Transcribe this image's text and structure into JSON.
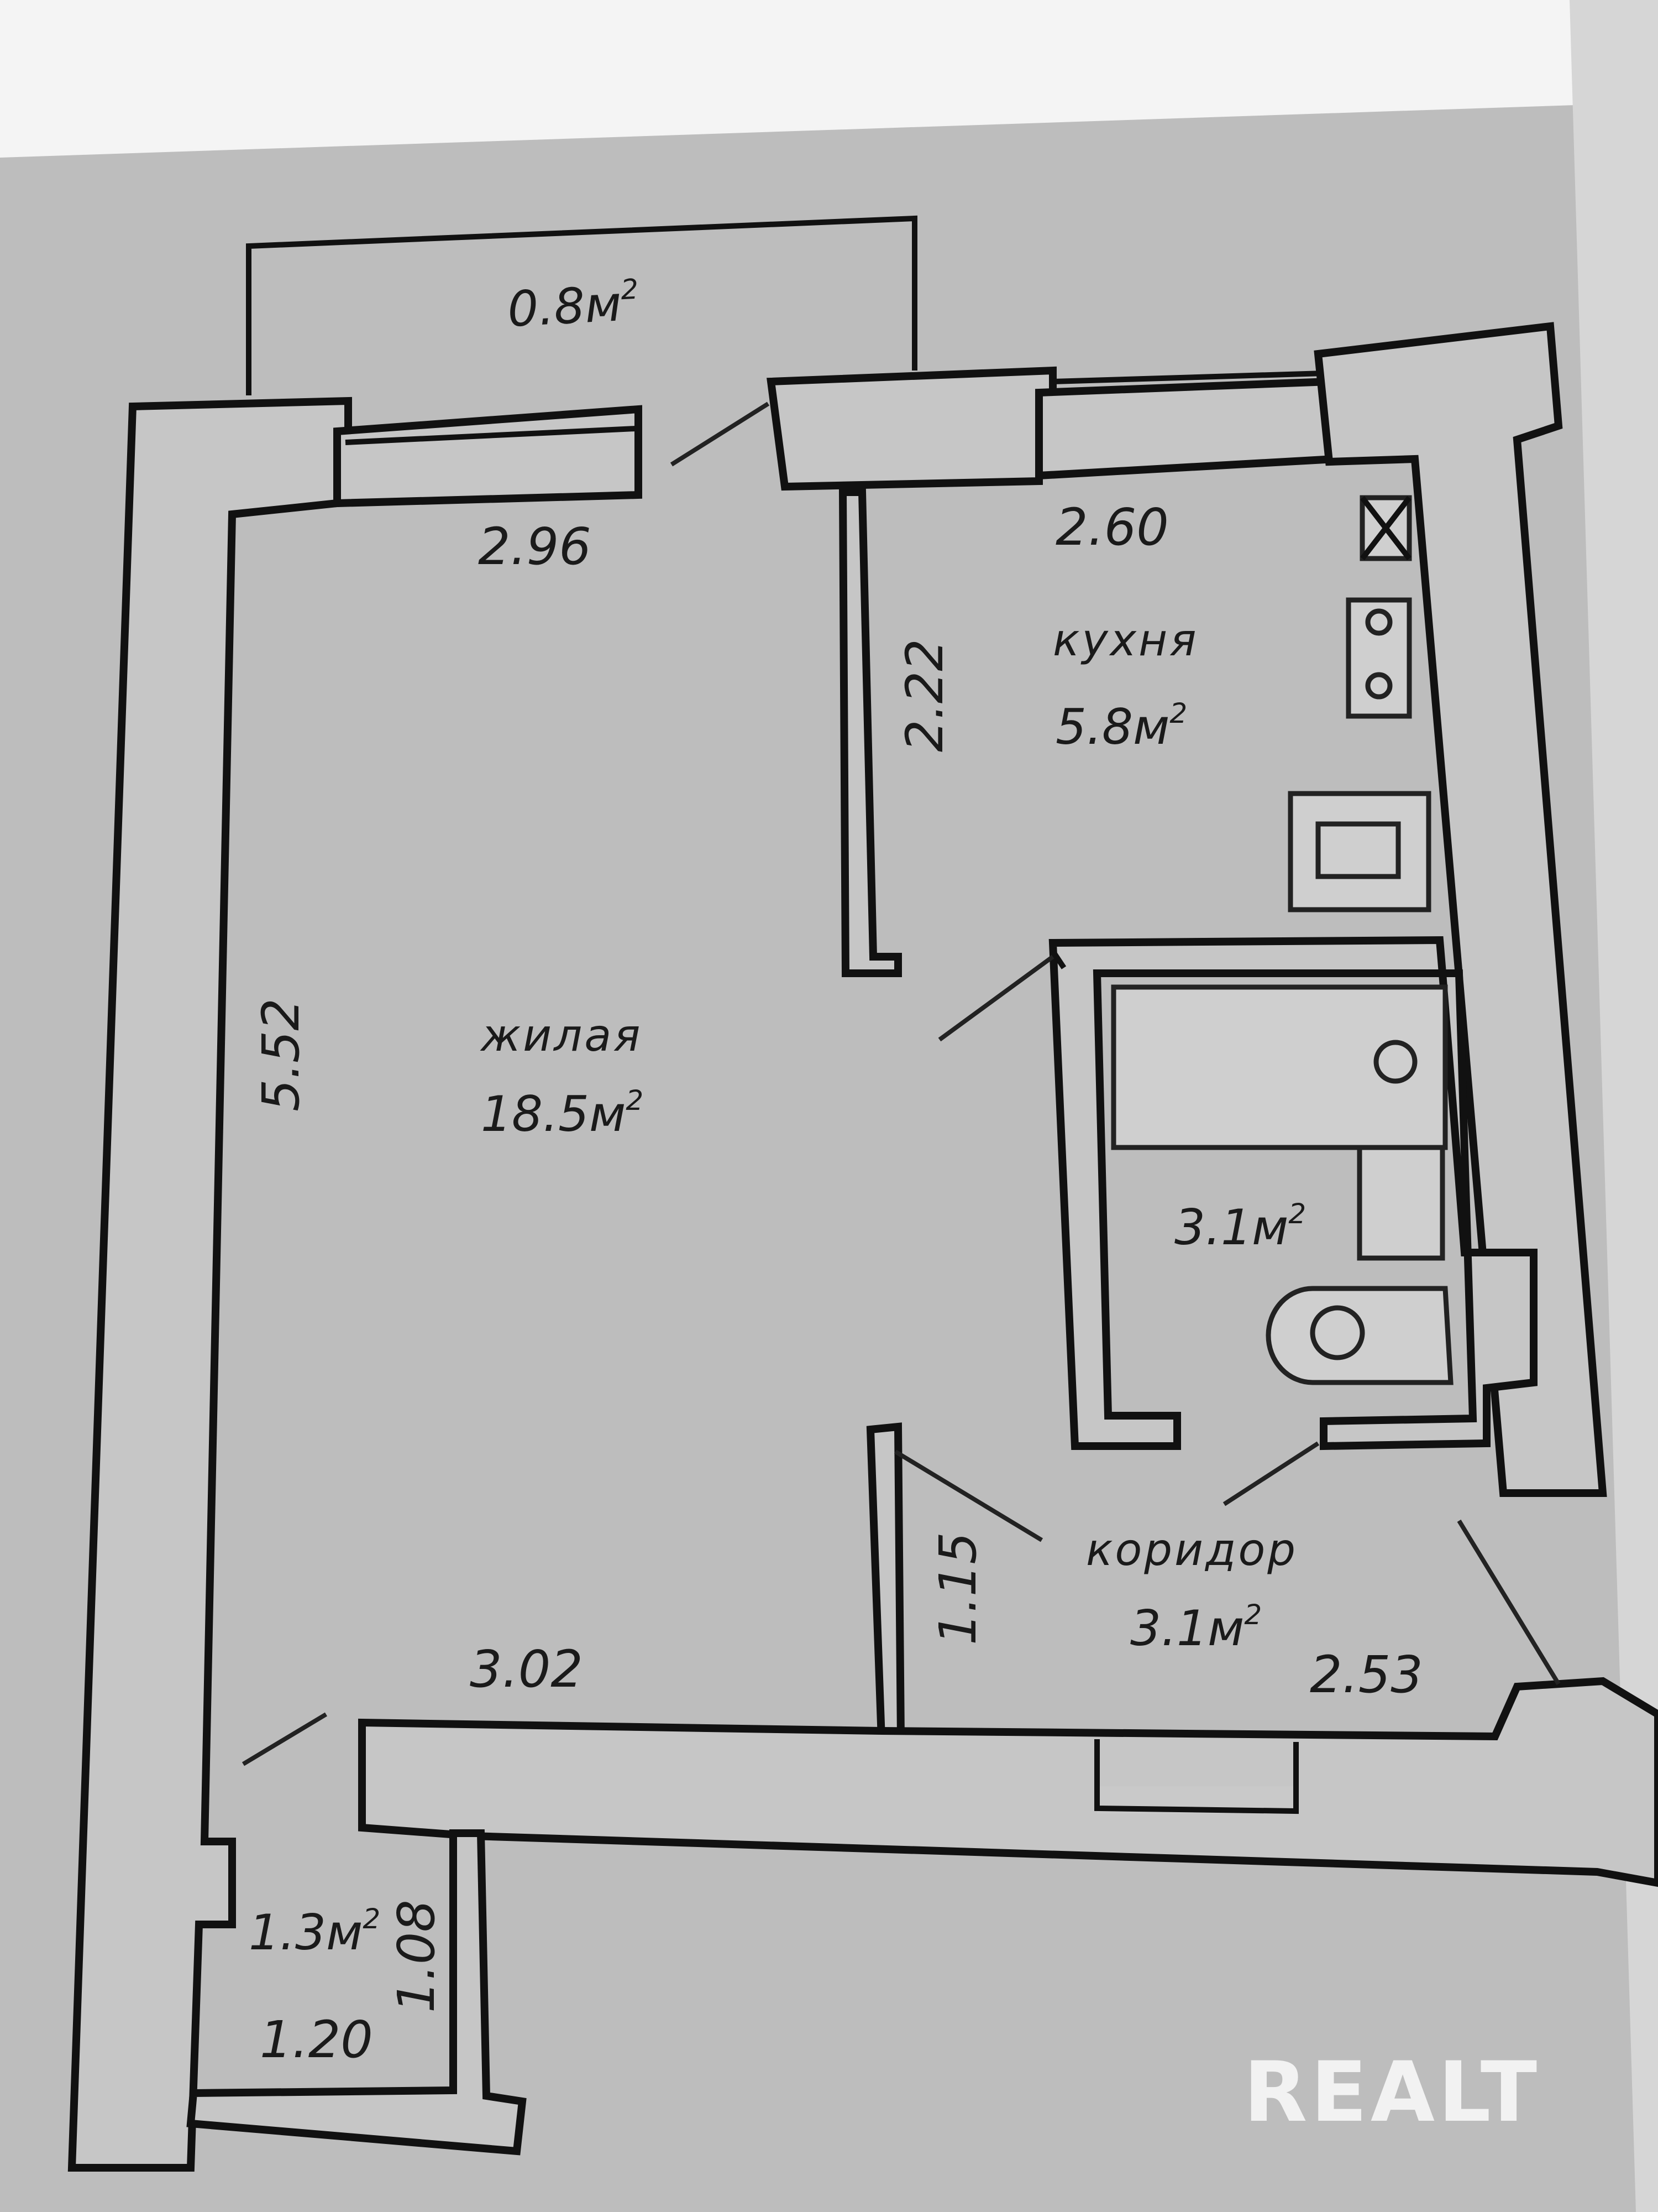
{
  "rooms": {
    "balcony": {
      "area": "0.8м",
      "sup": "2"
    },
    "kitchen": {
      "name": "кухня",
      "area": "5.8м",
      "sup": "2",
      "width": "2.60",
      "depth": "2.22"
    },
    "living": {
      "name": "жилая",
      "area": "18.5м",
      "sup": "2",
      "top_width": "2.96",
      "bottom_width": "3.02",
      "length": "5.52"
    },
    "bathroom": {
      "area": "3.1м",
      "sup": "2"
    },
    "corridor": {
      "name": "коридор",
      "area": "3.1м",
      "sup": "2",
      "depth": "1.15",
      "width": "2.53"
    },
    "storage": {
      "area": "1.3м",
      "sup": "2",
      "depth": "1.08",
      "width": "1.20"
    }
  },
  "watermark": "REALT"
}
